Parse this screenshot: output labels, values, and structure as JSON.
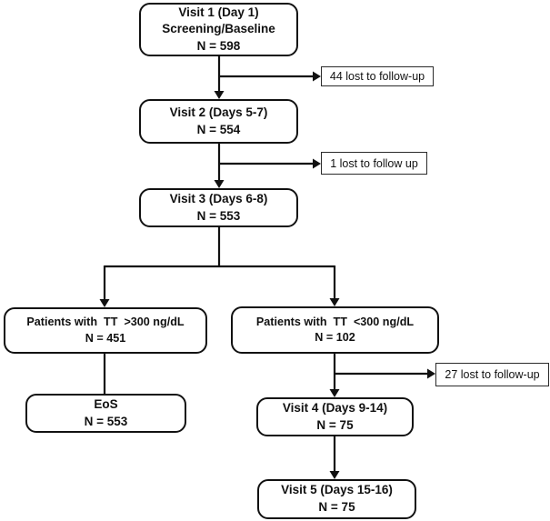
{
  "diagram": {
    "background_color": "#ffffff",
    "line_color": "#111111",
    "nodes": {
      "visit1": {
        "line1": "Visit 1 (Day 1)",
        "line2": "Screening/Baseline",
        "line3": "N = 598"
      },
      "visit2": {
        "line1": "Visit 2 (Days 5-7)",
        "line2": "N = 554"
      },
      "visit3": {
        "line1": "Visit 3 (Days 6-8)",
        "line2": "N = 553"
      },
      "tt_high": {
        "line1": "Patients with  TT  >300 ng/dL",
        "line2": "N = 451"
      },
      "tt_low": {
        "line1": "Patients with  TT  <300 ng/dL",
        "line2": "N = 102"
      },
      "eos": {
        "line1": "EoS",
        "line2": "N = 553"
      },
      "visit4": {
        "line1": "Visit 4 (Days 9-14)",
        "line2": "N = 75"
      },
      "visit5": {
        "line1": "Visit 5 (Days 15-16)",
        "line2": "N = 75"
      }
    },
    "side_notes": {
      "lost44": "44 lost to follow-up",
      "lost1": "1 lost to follow up",
      "lost27": "27 lost to follow-up"
    }
  }
}
